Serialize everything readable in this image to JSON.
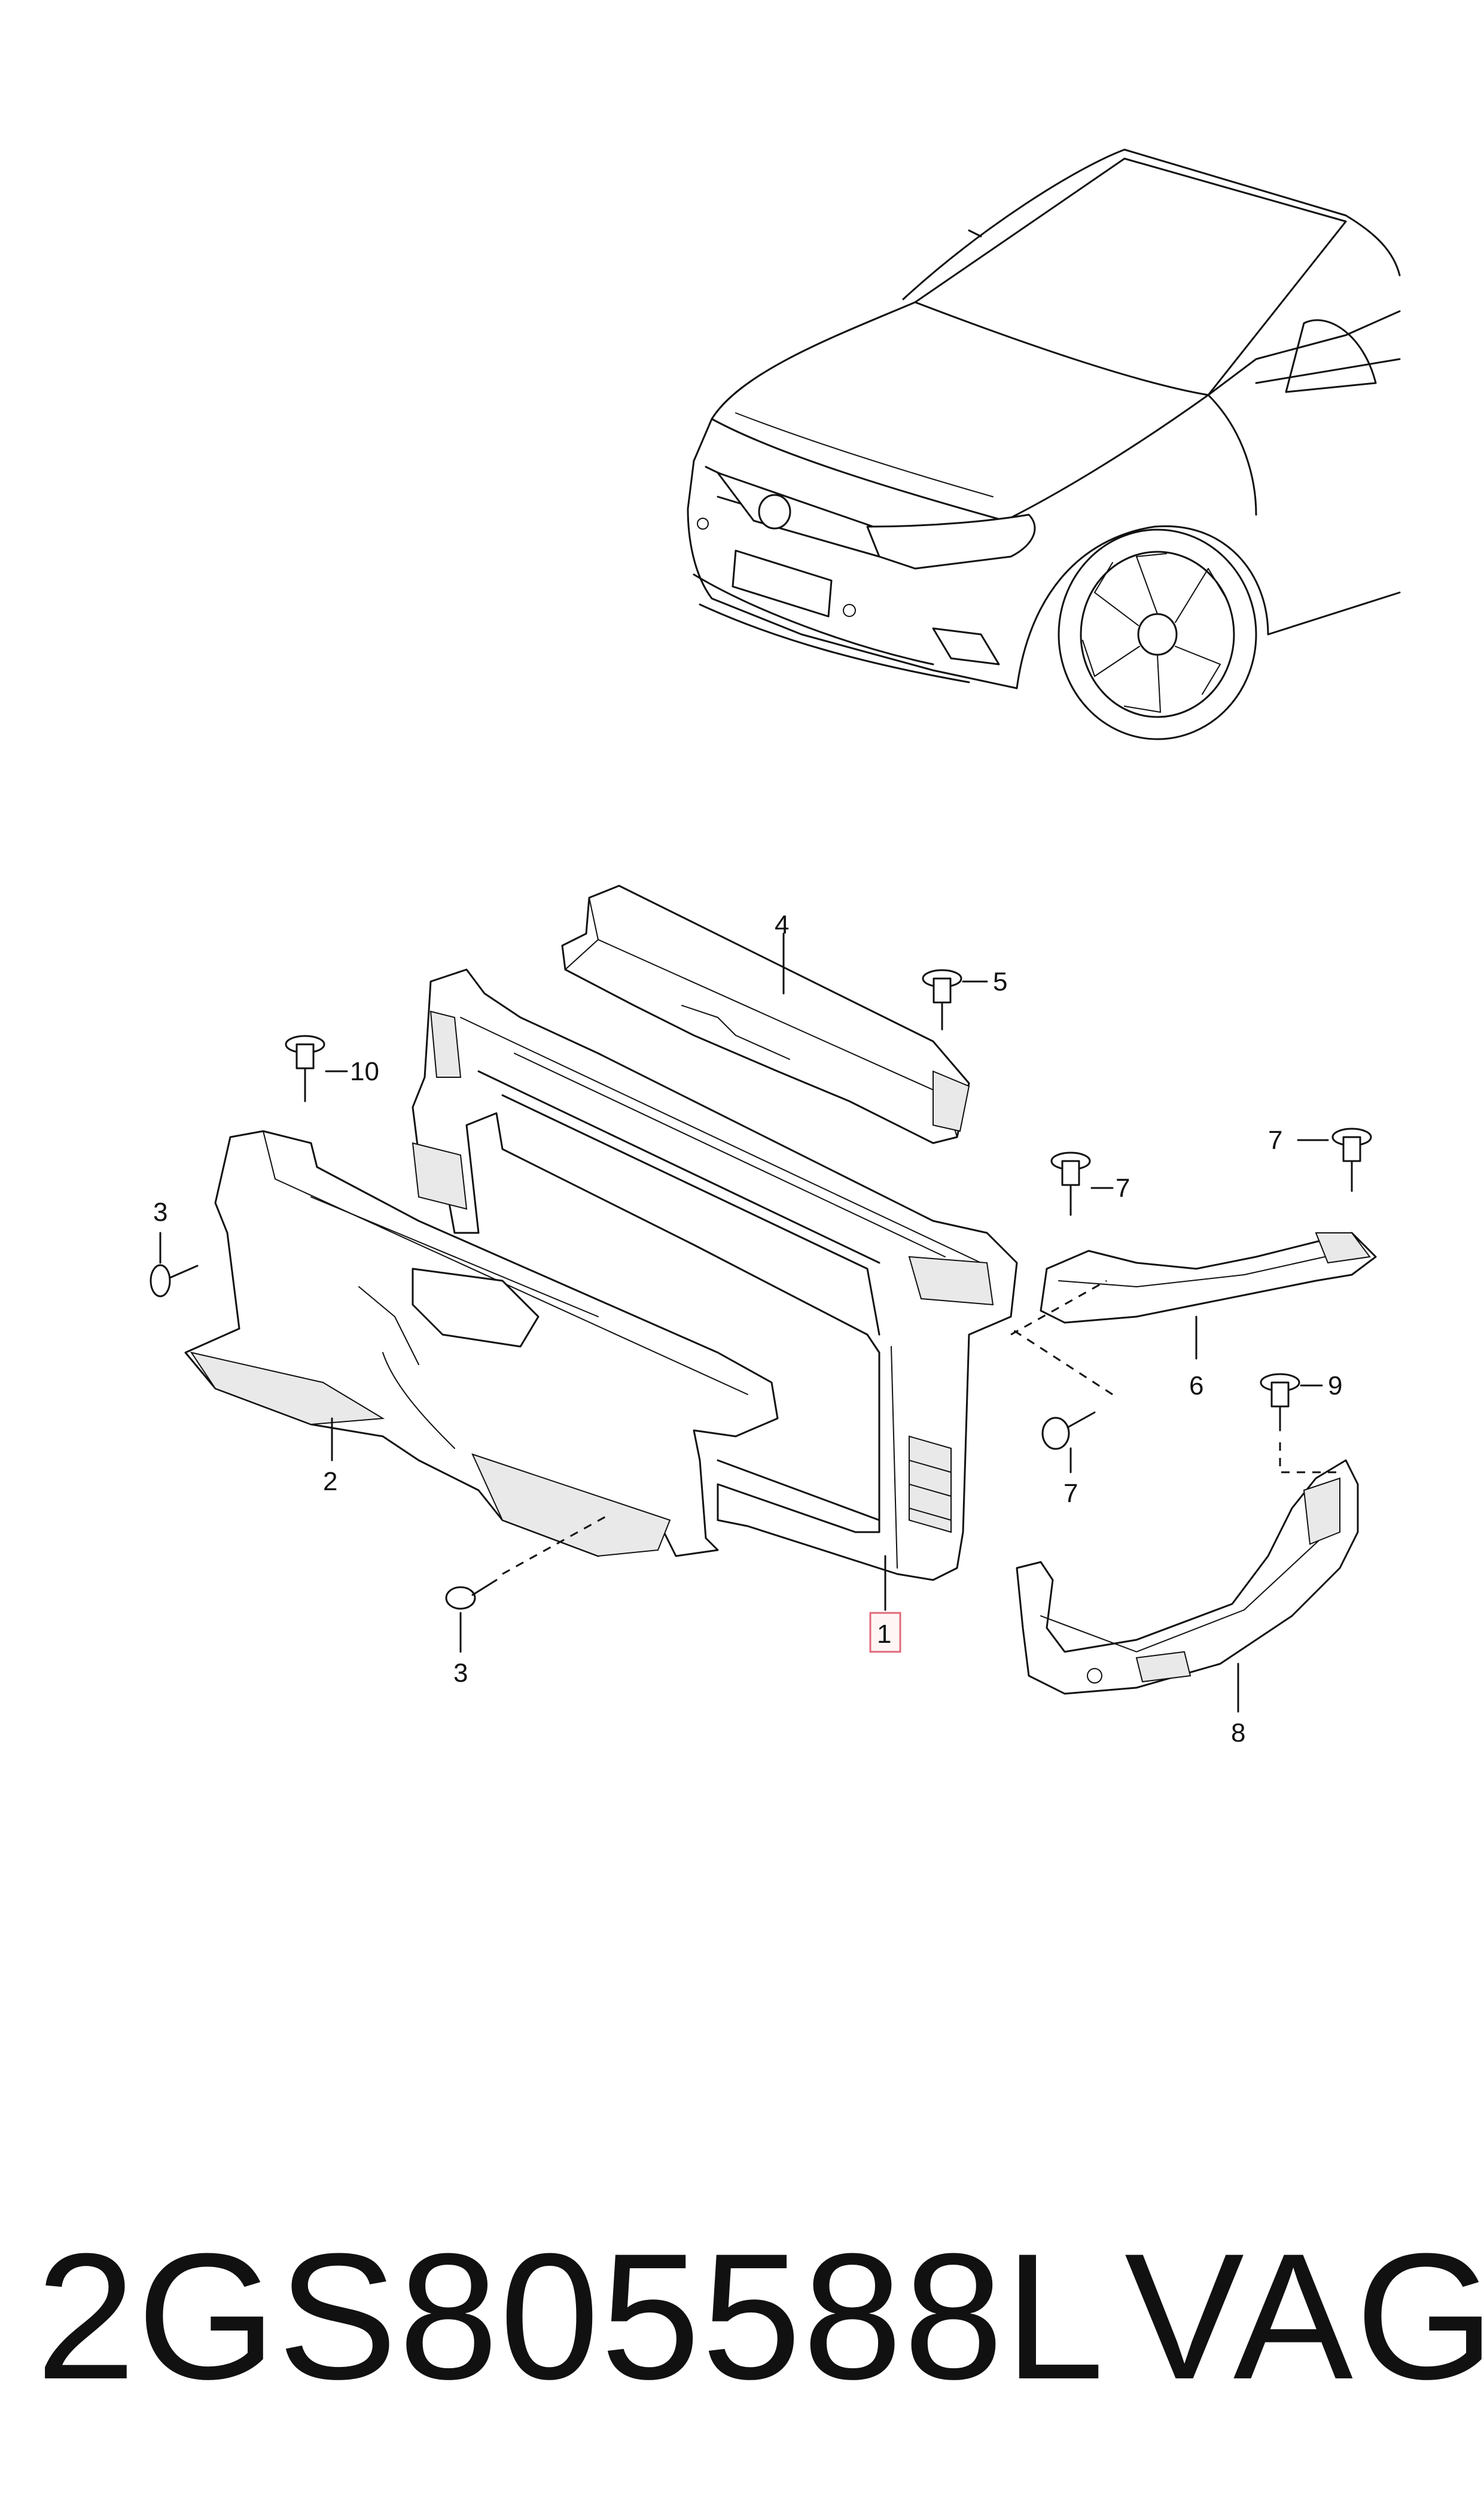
{
  "callouts": {
    "part_1": "1",
    "part_2": "2",
    "part_3_left": "3",
    "part_3_bottom": "3",
    "part_4": "4",
    "part_5": "5",
    "part_6": "6",
    "part_7_top_left": "7",
    "part_7_top_right": "7",
    "part_7_bottom": "7",
    "part_8": "8",
    "part_9": "9",
    "part_10": "10"
  },
  "footer": {
    "part_number": "2GS805588L",
    "brand": "VAG"
  },
  "colors": {
    "line": "#111111",
    "highlight_border": "#e06a7a",
    "highlight_fill": "#fff5f5",
    "background": "#ffffff"
  }
}
